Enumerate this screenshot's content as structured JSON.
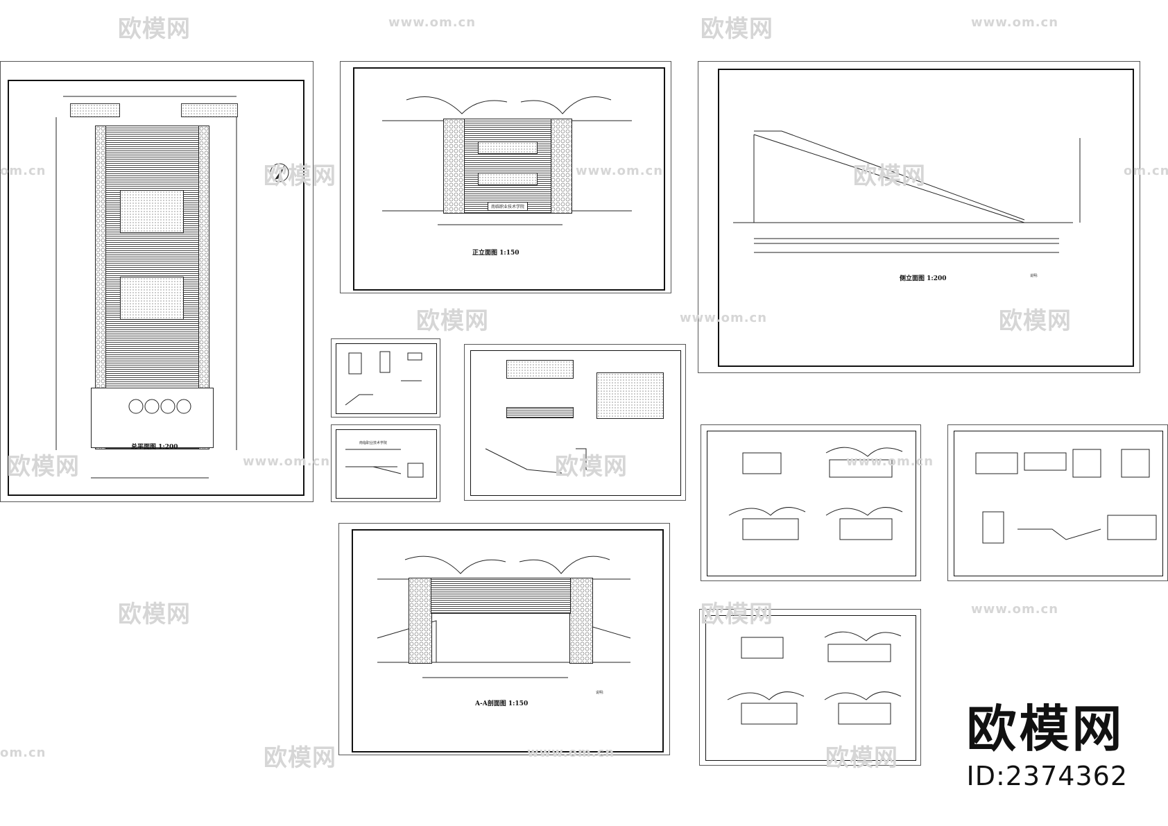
{
  "watermark": {
    "brand_cn": "欧模网",
    "url": "www.om.cn",
    "url_short": "om.cn"
  },
  "sheets": {
    "site_plan": {
      "title": "总平面图 1:200"
    },
    "front_elevation": {
      "title": "正立面图 1:150",
      "banner": "南临职业技术学院"
    },
    "side_elevation": {
      "title": "侧立面图 1:200",
      "notes_heading": "说明:"
    },
    "section_aa": {
      "title": "A-A剖面图 1:150",
      "notes_heading": "说明:"
    },
    "detail_small_1": {
      "title": ""
    },
    "detail_small_2": {
      "title": "南临职业技术学院"
    },
    "detail_mid": {
      "title": ""
    },
    "guardhouse_a": {
      "title": ""
    },
    "guardhouse_b": {
      "title": ""
    },
    "guardhouse_c": {
      "title": ""
    }
  },
  "brand": {
    "name": "欧模网",
    "id_label": "ID:2374362"
  },
  "colors": {
    "background": "#ffffff",
    "line": "#111111",
    "watermark": "#d6d6d6"
  }
}
